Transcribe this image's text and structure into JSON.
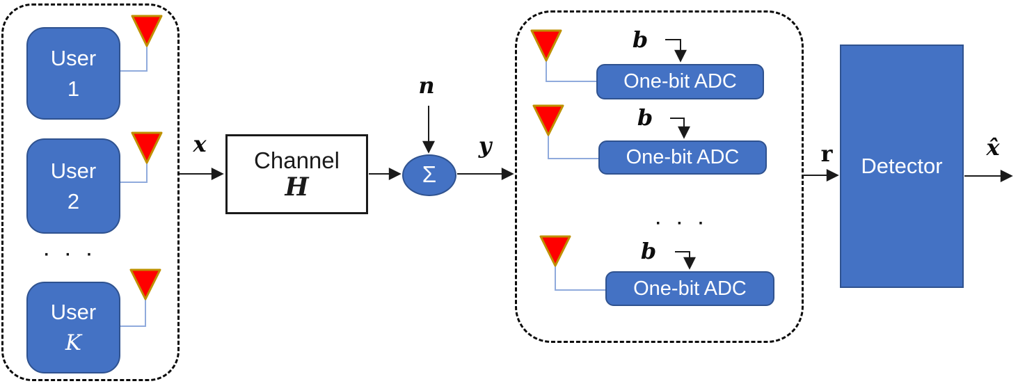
{
  "colors": {
    "primary_blue": "#4472C4",
    "border_blue": "#2F528F",
    "antenna_red": "#FF0000",
    "antenna_gold": "#BF9000",
    "connector_blue": "#8FAADC"
  },
  "tx_group": {
    "users": [
      {
        "name": "User",
        "index": "1"
      },
      {
        "name": "User",
        "index": "2"
      },
      {
        "name": "User",
        "index": "K"
      }
    ],
    "ellipsis": "· · ·"
  },
  "channel": {
    "label": "Channel",
    "symbol": "H"
  },
  "adder": {
    "symbol": "Σ"
  },
  "rx_group": {
    "adcs": [
      {
        "threshold": "b",
        "label": "One-bit ADC"
      },
      {
        "threshold": "b",
        "label": "One-bit ADC"
      },
      {
        "threshold": "b",
        "label": "One-bit ADC"
      }
    ],
    "ellipsis": "· · ·"
  },
  "detector": {
    "label": "Detector"
  },
  "signals": {
    "input": "x",
    "noise": "n",
    "summed": "y",
    "received": "r",
    "estimate": "x̂"
  }
}
